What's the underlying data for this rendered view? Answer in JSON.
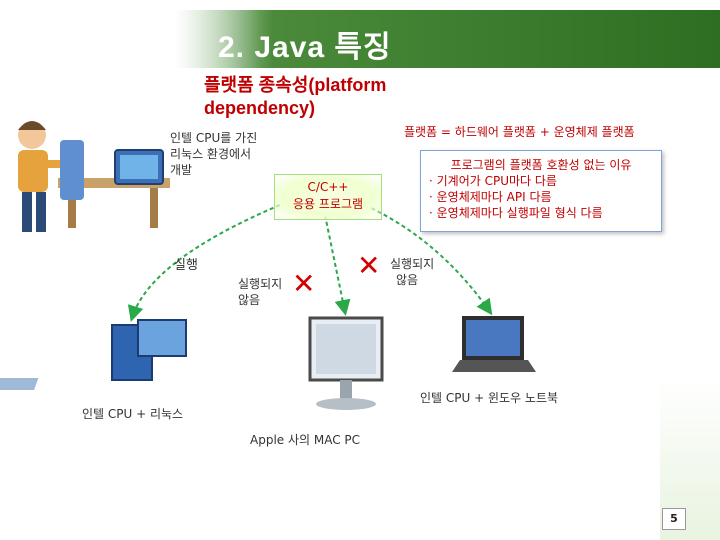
{
  "header": {
    "title": "2. Java 특징"
  },
  "subtitle": {
    "line1": "플랫폼 종속성(platform",
    "line2": "dependency)"
  },
  "developer": {
    "line1": "인텔 CPU를 가진",
    "line2": "리눅스 환경에서",
    "line3": "개발"
  },
  "program_box": {
    "line1": "C/C++",
    "line2": "응용 프로그램"
  },
  "platform_eq": "플랫폼 = 하드웨어 플랫폼 + 운영체제 플랫폼",
  "reasons": {
    "title": "프로그램의 플랫폼 호환성 없는 이유",
    "items": [
      "· 기계어가 CPU마다 다름",
      "· 운영체제마다 API 다름",
      "· 운영체제마다 실행파일 형식 다름"
    ]
  },
  "labels": {
    "run": "실행",
    "not_run_mac_l1": "실행되지",
    "not_run_mac_l2": "않음",
    "not_run_nb_l1": "실행되지",
    "not_run_nb_l2": "않음"
  },
  "targets": {
    "linux": "인텔 CPU + 리눅스",
    "mac": "Apple 사의 MAC PC",
    "notebook": "인텔 CPU + 윈도우 노트북"
  },
  "page_number": "5",
  "colors": {
    "accent_red": "#c00000",
    "header_green": "#2e6e22",
    "arrow_green": "#2aa84a"
  }
}
